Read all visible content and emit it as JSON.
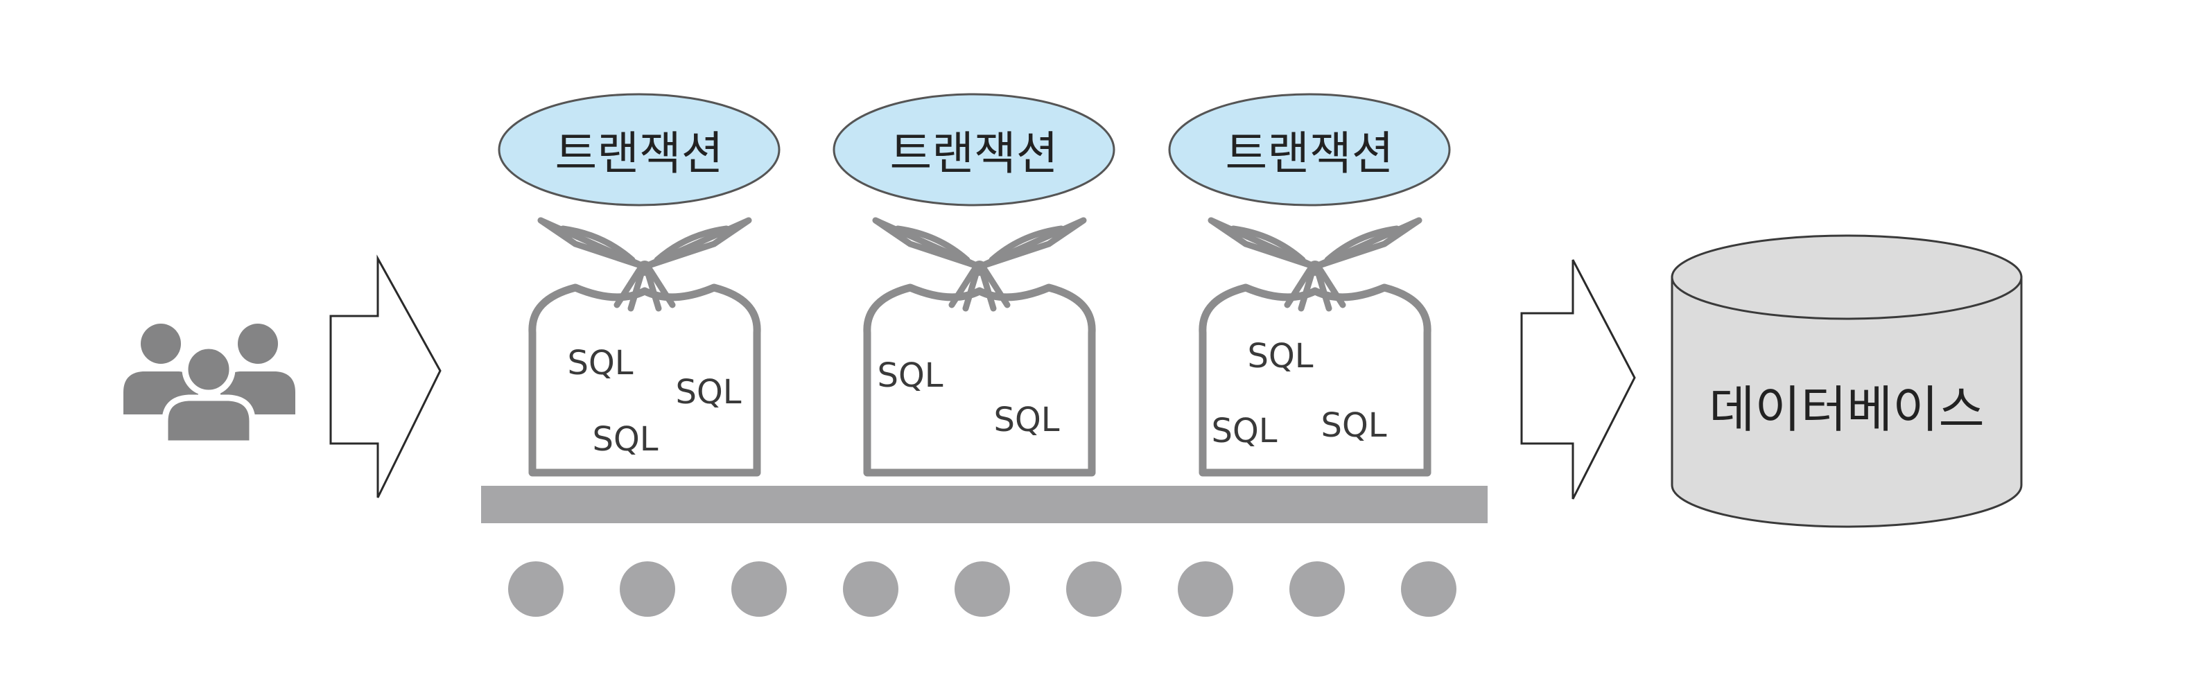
{
  "users": {
    "icon": "users-group-icon"
  },
  "arrows": {
    "icon": "hollow-right-arrow-icon"
  },
  "transactions": [
    {
      "label": "트랜잭션",
      "icon": "bag-icon",
      "sql": [
        "SQL",
        "SQL",
        "SQL"
      ]
    },
    {
      "label": "트랜잭션",
      "icon": "bag-icon",
      "sql": [
        "SQL",
        "SQL"
      ]
    },
    {
      "label": "트랜잭션",
      "icon": "bag-icon",
      "sql": [
        "SQL",
        "SQL",
        "SQL"
      ]
    }
  ],
  "conveyor": {
    "wheel_count": 9
  },
  "database": {
    "label": "데이터베이스",
    "icon": "database-cylinder-icon"
  },
  "colors": {
    "label_fill": "#c6e6f6",
    "outline": "#555555",
    "bag_stroke": "#8c8c8d",
    "gray": "#a6a6a8",
    "db_fill": "#dcdcdc"
  }
}
